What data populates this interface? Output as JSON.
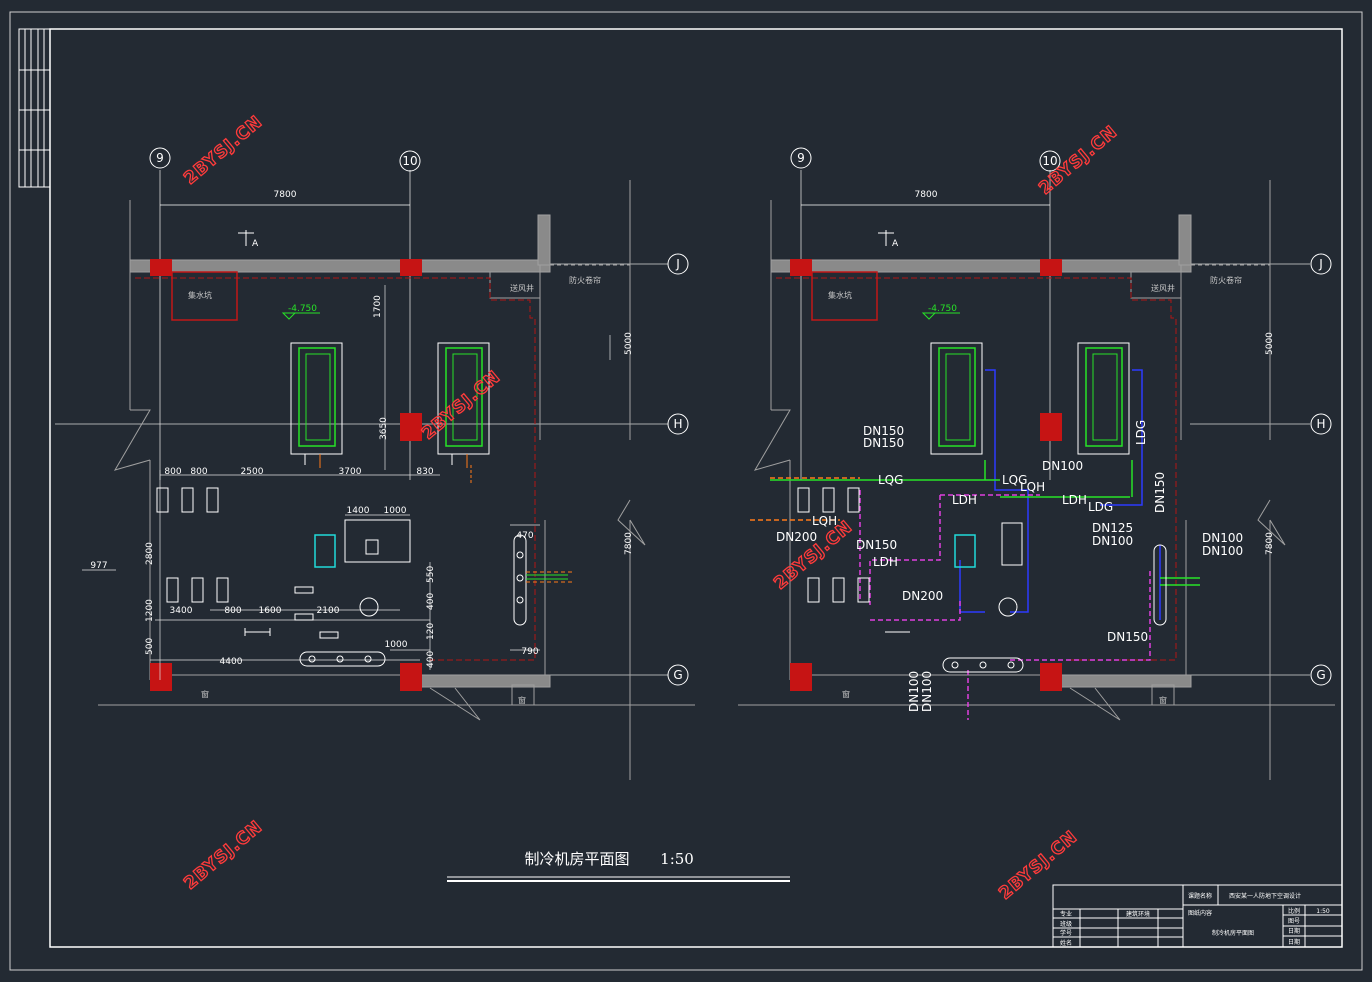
{
  "drawing": {
    "title": "制冷机房平面图",
    "scale": "1:50",
    "watermark": "2BYSJ.CN",
    "accent_colors": {
      "wall": "#9a9a9a",
      "column": "#d41515",
      "chilled_water": "#27e327",
      "cooling_water": "#ff7a1a",
      "return_water": "#2d3aff",
      "makeup_water": "#e040e0",
      "dim_lines": "#cfcfcf"
    }
  },
  "left_plan": {
    "axes": {
      "col_a": "9",
      "col_b": "10",
      "row_1": "J",
      "row_2": "H",
      "row_3": "G"
    },
    "dims": {
      "span": "7800",
      "right_upper": "5000",
      "right_lower": "7800",
      "d1": "1700",
      "d2": "3650",
      "d3": "800",
      "d4": "800",
      "d5": "2500",
      "d6": "3700",
      "d7": "830",
      "d8": "1400",
      "d9": "1000",
      "d10": "2800",
      "d11": "1200",
      "d12": "3400",
      "d13": "800",
      "d14": "1600",
      "d15": "2100",
      "d16": "1000",
      "d17": "4400",
      "d18": "500",
      "d19": "400",
      "d20": "470",
      "d21": "790",
      "d22": "977",
      "d23": "1000",
      "d24": "550",
      "d25": "400",
      "d26": "120"
    },
    "rooms": {
      "sump": "集水坑",
      "shaft": "送风井",
      "fire_zone": "防火卷帘",
      "window_l": "窗",
      "window_r": "窗"
    },
    "elevation": "-4.750",
    "section_mark": "A"
  },
  "right_plan": {
    "axes": {
      "col_a": "9",
      "col_b": "10",
      "row_1": "J",
      "row_2": "H",
      "row_3": "G"
    },
    "dims": {
      "span": "7800",
      "right_upper": "5000",
      "right_lower": "7800"
    },
    "rooms": {
      "sump": "集水坑",
      "shaft": "送风井",
      "fire_zone": "防火卷帘",
      "window_l": "窗",
      "window_r": "窗"
    },
    "elevation": "-4.750",
    "section_mark": "A",
    "pipe_labels": {
      "l1": "DN150",
      "l2": "DN150",
      "l3": "LQG",
      "l4": "LQH",
      "l5": "LQG",
      "l6": "LDH",
      "l7": "DN100",
      "l8": "LDH",
      "l9": "LDG",
      "l10": "LDG",
      "l11": "DN125",
      "l12": "DN100",
      "l13": "DN150",
      "l14": "LQH",
      "l15": "DN200",
      "l16": "DN150",
      "l17": "LDH",
      "l18": "DN200",
      "l19": "DN100",
      "l20": "DN100",
      "l21": "DN150",
      "l22": "DN100",
      "l23": "DN100"
    }
  },
  "title_block": {
    "row1_label": "课题名称",
    "row1_value": "西安某一人防地下空调设计",
    "row2_label": "图纸内容",
    "row2_value": "制冷机房平面图",
    "r_label1": "比例",
    "r_value1": "1:50",
    "r_label2": "图号",
    "r_label3": "日期",
    "r_label4": "日期",
    "l_label1": "专业",
    "l_value1": "建筑环境",
    "l_label2": "班级",
    "l_label3": "学号",
    "l_label4": "姓名"
  }
}
